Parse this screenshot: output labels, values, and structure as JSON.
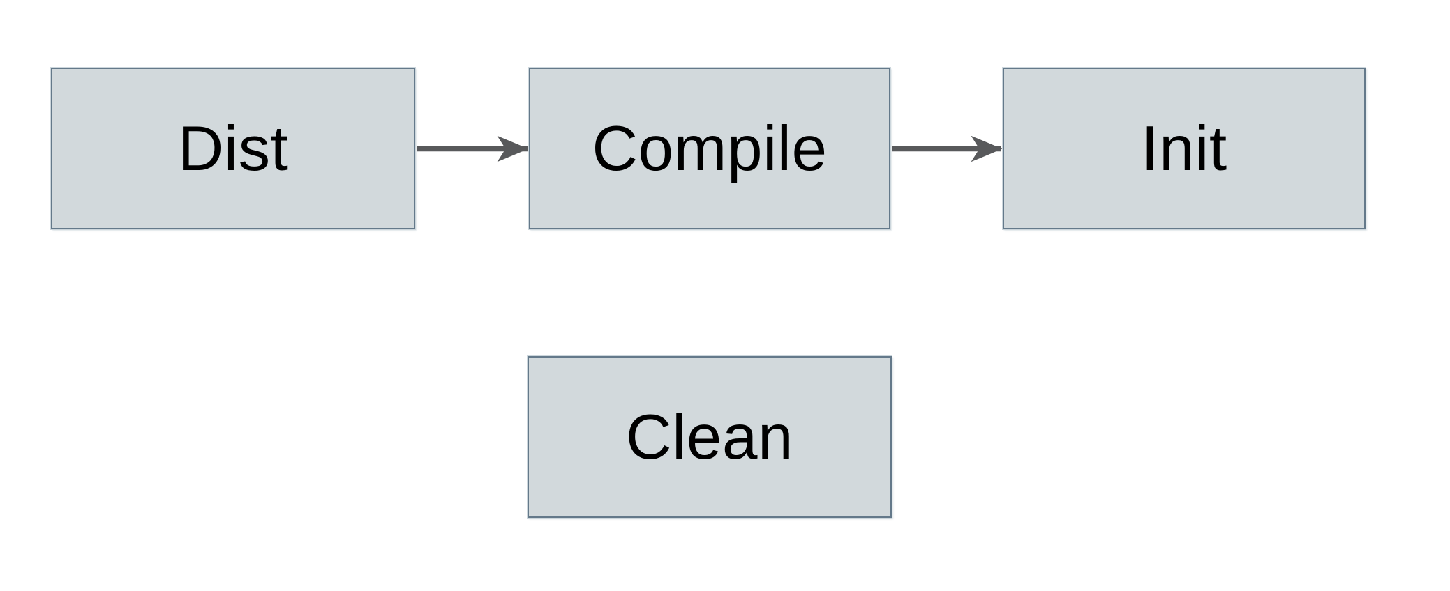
{
  "diagram": {
    "type": "flowchart",
    "nodes": [
      {
        "id": "dist",
        "label": "Dist"
      },
      {
        "id": "compile",
        "label": "Compile"
      },
      {
        "id": "init",
        "label": "Init"
      },
      {
        "id": "clean",
        "label": "Clean"
      }
    ],
    "edges": [
      {
        "from": "dist",
        "to": "compile",
        "style": "solid-arrow"
      },
      {
        "from": "compile",
        "to": "init",
        "style": "solid-arrow"
      }
    ]
  },
  "colors": {
    "bg": "#ffffff",
    "node-fill": "#d2d9dc",
    "node-border": "#64798a",
    "arrow": "#58595b",
    "text": "#000000"
  }
}
